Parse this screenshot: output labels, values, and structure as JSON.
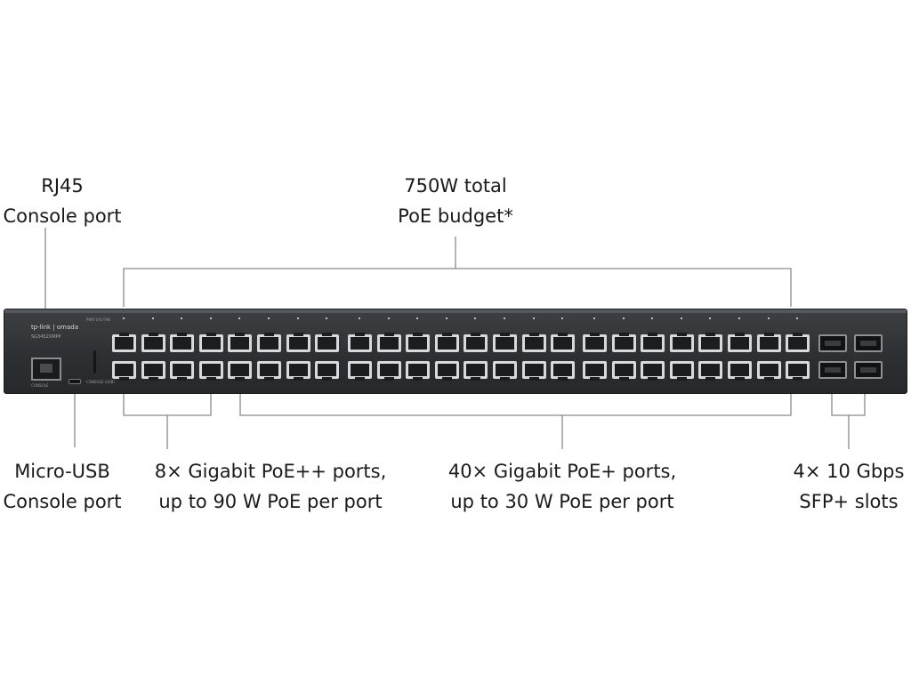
{
  "callouts": {
    "rj45_console": {
      "line1": "RJ45",
      "line2": "Console port"
    },
    "poe_budget": {
      "line1": "750W total",
      "line2": "PoE budget*"
    },
    "micro_usb_console": {
      "line1": "Micro-USB",
      "line2": "Console port"
    },
    "poe_plus_plus": {
      "line1": "8× Gigabit PoE++ ports,",
      "line2": "up to 90 W PoE per port"
    },
    "poe_plus": {
      "line1": "40× Gigabit PoE+ ports,",
      "line2": "up to 30 W PoE per port"
    },
    "sfp_slots": {
      "line1": "4× 10 Gbps",
      "line2": "SFP+ slots"
    }
  },
  "device": {
    "brand": "tp-link | omada",
    "model": "SG3452XMPP",
    "console_label": "CONSOLE",
    "usb_label": "CONSOLE (USB)",
    "led_label": "PWR SYS FAN",
    "rj45_port_count": 48,
    "sfp_slot_count": 4
  },
  "colors": {
    "chassis": "#2c2f32",
    "port_frame": "#d7d9db",
    "callout_line": "#8a8a8a",
    "text": "#1a1a1a"
  }
}
